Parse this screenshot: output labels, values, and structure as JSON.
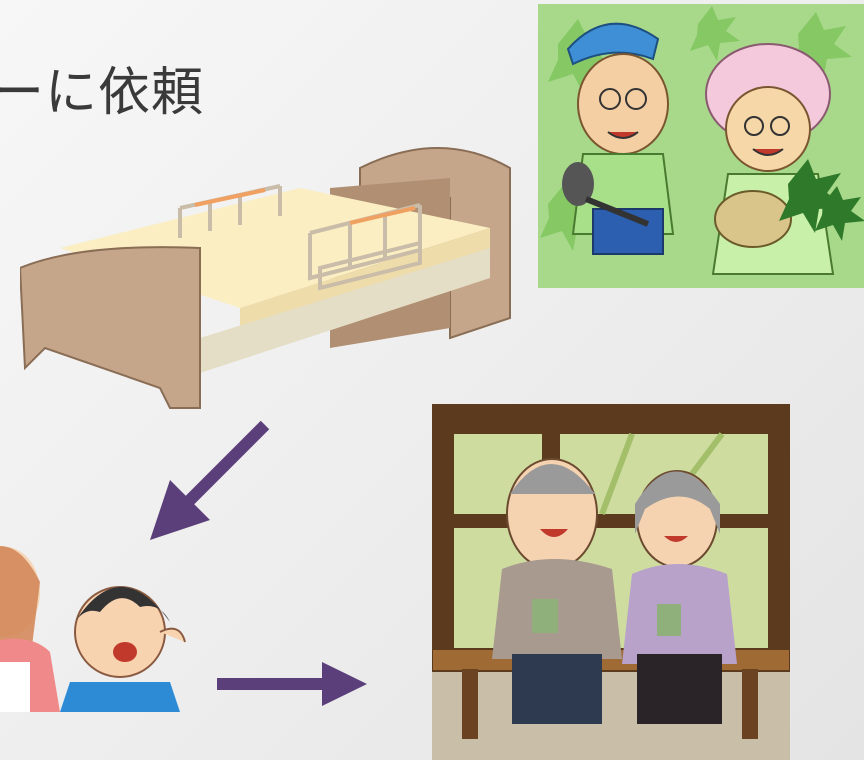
{
  "slide": {
    "title_fragment": "ーに依頼"
  },
  "images": {
    "farmers": "elderly-farmers-picking-leaves-illustration",
    "bed": "care-bed-illustration",
    "family": "mother-and-child-illustration",
    "elderly": "elderly-couple-drinking-tea-illustration"
  },
  "arrows": {
    "color": "#5a3f7a",
    "diagonal": "arrow-down-left",
    "horizontal": "arrow-right"
  }
}
